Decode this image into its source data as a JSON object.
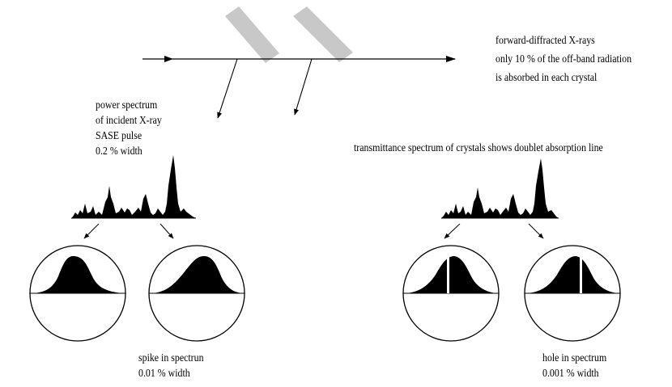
{
  "labels": {
    "forward": [
      "forward-diffracted X-rays",
      "only 10 % of the off-band radiation",
      "is absorbed in each crystal"
    ],
    "incident": [
      "power spectrum",
      "of incident X-ray",
      "SASE pulse",
      "0.2 % width"
    ],
    "transmittance": "transmittance spectrum of crystals shows doublet absorption line",
    "spike": [
      "spike in spectrun",
      "0.01 % width"
    ],
    "hole": [
      "hole in spectrum",
      "0.001 % width"
    ]
  },
  "colors": {
    "ink": "#000000",
    "crystal": "#c8c8c8"
  }
}
